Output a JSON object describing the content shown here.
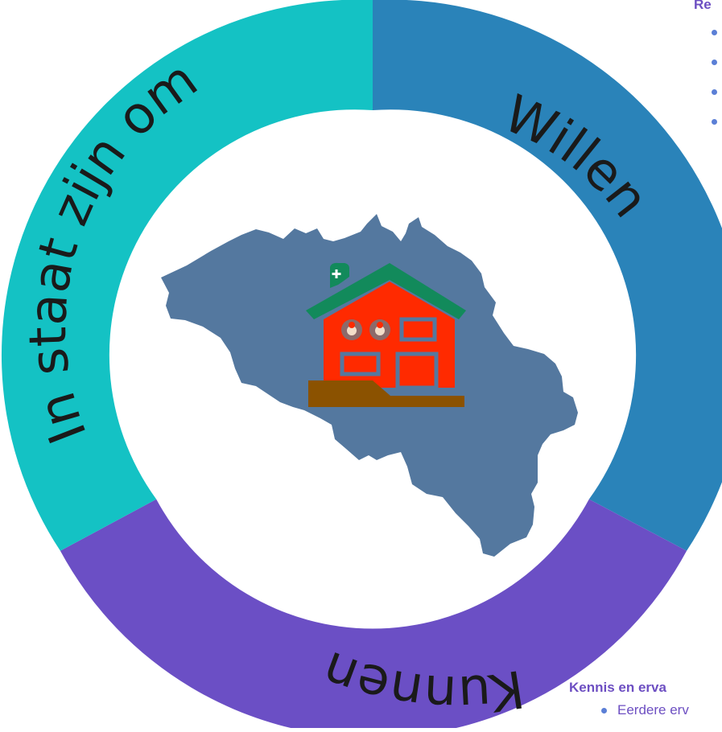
{
  "diagram": {
    "segments": [
      {
        "id": "willen",
        "label": "Willen",
        "color": "#2a83b9"
      },
      {
        "id": "kunnen",
        "label": "Kunnen",
        "color": "#6b4fc5"
      },
      {
        "id": "in-staat",
        "label": "In staat zijn om",
        "color": "#14c2c4"
      }
    ],
    "center_icon": "house-with-medical-cross-over-belgium-map-icon",
    "map_color": "#54789f",
    "house_color": "#ff2a00",
    "roof_color": "#128a5b"
  },
  "side_top": {
    "heading": "Re",
    "bullet_count": 4
  },
  "side_bottom": {
    "heading": "Kennis en erva",
    "items": [
      "Eerdere erv"
    ]
  }
}
